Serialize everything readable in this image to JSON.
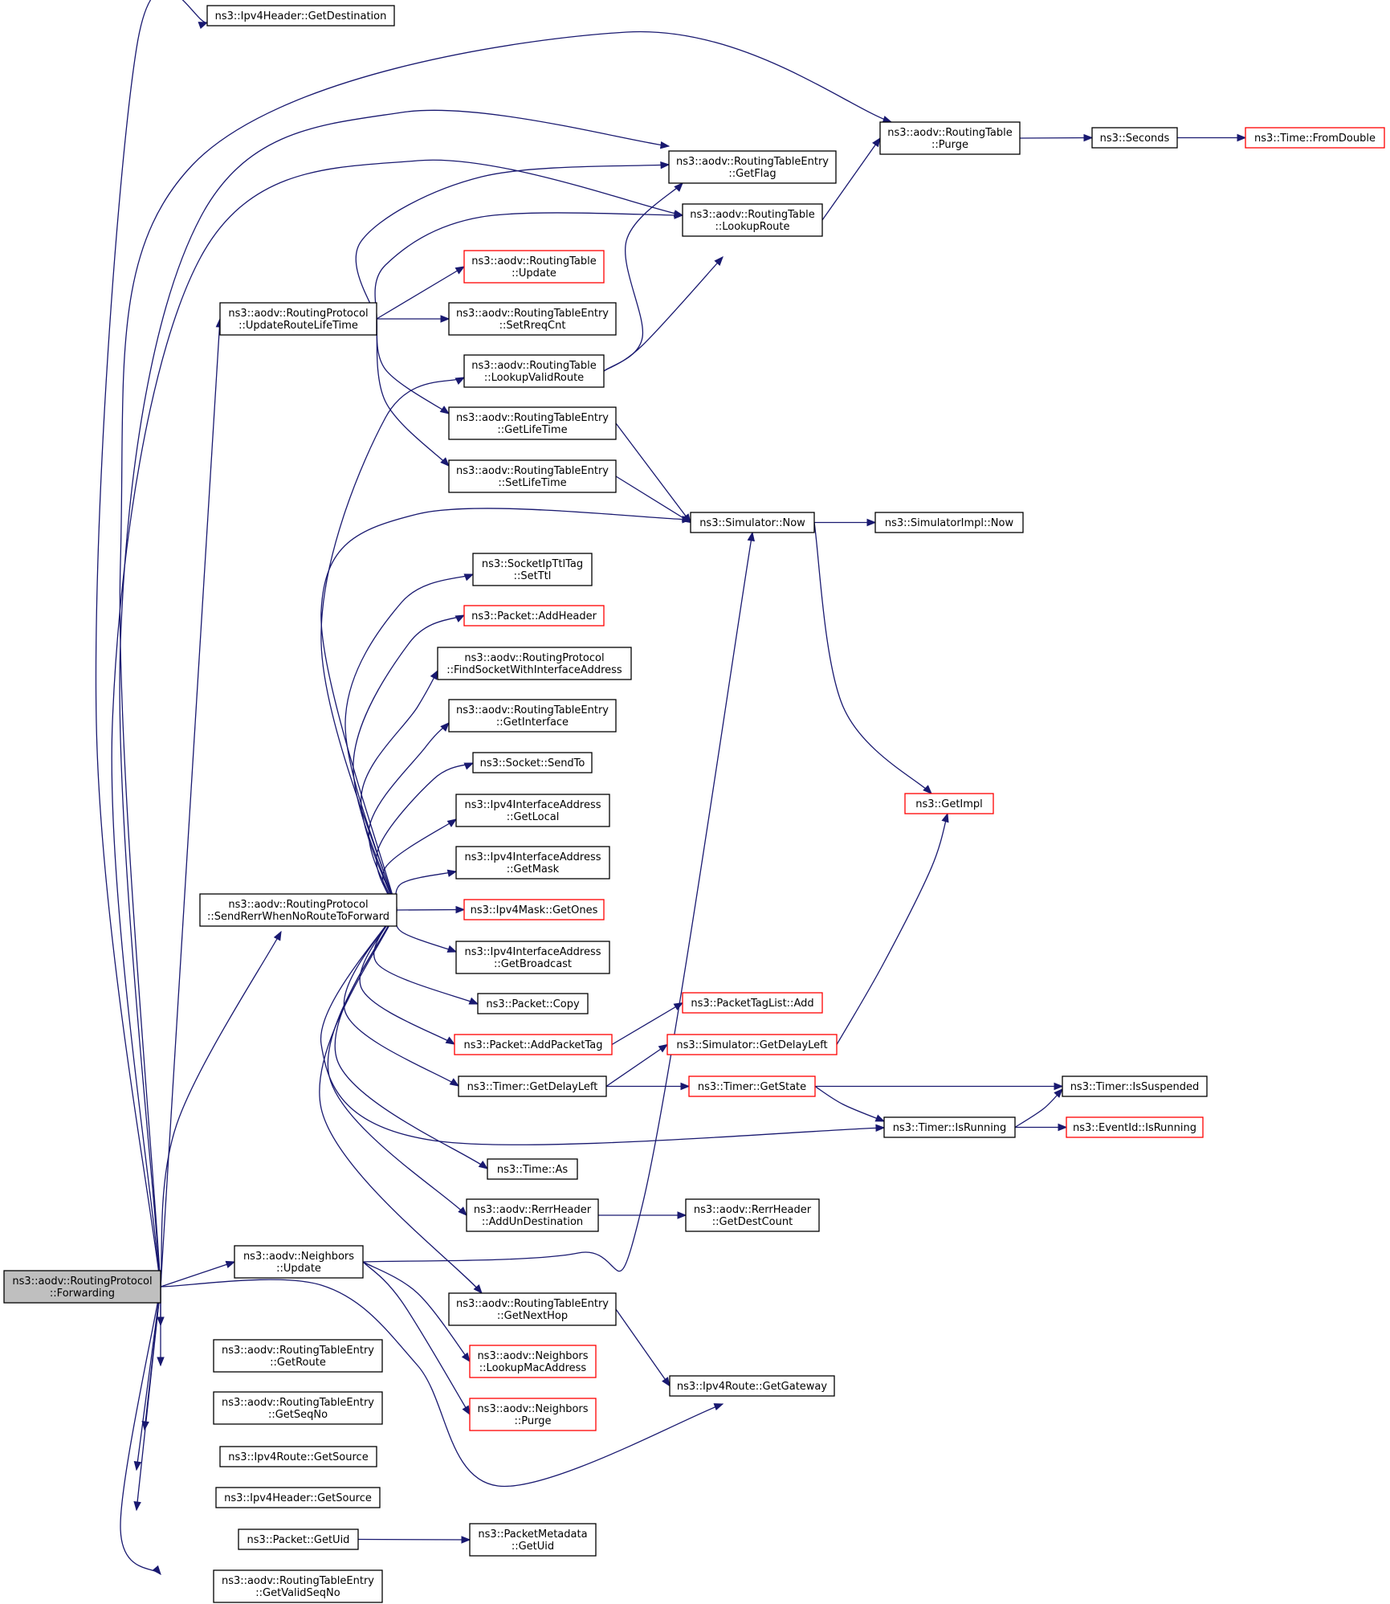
{
  "graph": {
    "nodes": [
      {
        "id": "forwarding",
        "lines": [
          "ns3::aodv::RoutingProtocol",
          "::Forwarding"
        ],
        "style": "root"
      },
      {
        "id": "getdest",
        "lines": [
          "ns3::Ipv4Header::GetDestination"
        ],
        "style": "normal"
      },
      {
        "id": "purge",
        "lines": [
          "ns3::aodv::RoutingTable",
          "::Purge"
        ],
        "style": "normal"
      },
      {
        "id": "seconds",
        "lines": [
          "ns3::Seconds"
        ],
        "style": "normal"
      },
      {
        "id": "fromdouble",
        "lines": [
          "ns3::Time::FromDouble"
        ],
        "style": "red"
      },
      {
        "id": "getflag",
        "lines": [
          "ns3::aodv::RoutingTableEntry",
          "::GetFlag"
        ],
        "style": "normal"
      },
      {
        "id": "lookuproute",
        "lines": [
          "ns3::aodv::RoutingTable",
          "::LookupRoute"
        ],
        "style": "normal"
      },
      {
        "id": "rtupdate",
        "lines": [
          "ns3::aodv::RoutingTable",
          "::Update"
        ],
        "style": "red"
      },
      {
        "id": "updrlt",
        "lines": [
          "ns3::aodv::RoutingProtocol",
          "::UpdateRouteLifeTime"
        ],
        "style": "normal"
      },
      {
        "id": "setreqcnt",
        "lines": [
          "ns3::aodv::RoutingTableEntry",
          "::SetRreqCnt"
        ],
        "style": "normal"
      },
      {
        "id": "lookupvalid",
        "lines": [
          "ns3::aodv::RoutingTable",
          "::LookupValidRoute"
        ],
        "style": "normal"
      },
      {
        "id": "getlifetime",
        "lines": [
          "ns3::aodv::RoutingTableEntry",
          "::GetLifeTime"
        ],
        "style": "normal"
      },
      {
        "id": "setlifetime",
        "lines": [
          "ns3::aodv::RoutingTableEntry",
          "::SetLifeTime"
        ],
        "style": "normal"
      },
      {
        "id": "simnow",
        "lines": [
          "ns3::Simulator::Now"
        ],
        "style": "normal"
      },
      {
        "id": "simimplnow",
        "lines": [
          "ns3::SimulatorImpl::Now"
        ],
        "style": "normal"
      },
      {
        "id": "setttl",
        "lines": [
          "ns3::SocketIpTtlTag",
          "::SetTtl"
        ],
        "style": "normal"
      },
      {
        "id": "addheader",
        "lines": [
          "ns3::Packet::AddHeader"
        ],
        "style": "red"
      },
      {
        "id": "findsocket",
        "lines": [
          "ns3::aodv::RoutingProtocol",
          "::FindSocketWithInterfaceAddress"
        ],
        "style": "normal"
      },
      {
        "id": "getinterface",
        "lines": [
          "ns3::aodv::RoutingTableEntry",
          "::GetInterface"
        ],
        "style": "normal"
      },
      {
        "id": "sendto",
        "lines": [
          "ns3::Socket::SendTo"
        ],
        "style": "normal"
      },
      {
        "id": "getlocal",
        "lines": [
          "ns3::Ipv4InterfaceAddress",
          "::GetLocal"
        ],
        "style": "normal"
      },
      {
        "id": "getimpl",
        "lines": [
          "ns3::GetImpl"
        ],
        "style": "red"
      },
      {
        "id": "getmask",
        "lines": [
          "ns3::Ipv4InterfaceAddress",
          "::GetMask"
        ],
        "style": "normal"
      },
      {
        "id": "sendrerr",
        "lines": [
          "ns3::aodv::RoutingProtocol",
          "::SendRerrWhenNoRouteToForward"
        ],
        "style": "normal"
      },
      {
        "id": "getones",
        "lines": [
          "ns3::Ipv4Mask::GetOnes"
        ],
        "style": "red"
      },
      {
        "id": "getbroadcast",
        "lines": [
          "ns3::Ipv4InterfaceAddress",
          "::GetBroadcast"
        ],
        "style": "normal"
      },
      {
        "id": "pktcopy",
        "lines": [
          "ns3::Packet::Copy"
        ],
        "style": "normal"
      },
      {
        "id": "ptladd",
        "lines": [
          "ns3::PacketTagList::Add"
        ],
        "style": "red"
      },
      {
        "id": "addpackettag",
        "lines": [
          "ns3::Packet::AddPacketTag"
        ],
        "style": "red"
      },
      {
        "id": "simgetdelayleft",
        "lines": [
          "ns3::Simulator::GetDelayLeft"
        ],
        "style": "red"
      },
      {
        "id": "timergetdelayleft",
        "lines": [
          "ns3::Timer::GetDelayLeft"
        ],
        "style": "normal"
      },
      {
        "id": "getstate",
        "lines": [
          "ns3::Timer::GetState"
        ],
        "style": "red"
      },
      {
        "id": "issuspended",
        "lines": [
          "ns3::Timer::IsSuspended"
        ],
        "style": "normal"
      },
      {
        "id": "isrunning",
        "lines": [
          "ns3::Timer::IsRunning"
        ],
        "style": "normal"
      },
      {
        "id": "eventisrunning",
        "lines": [
          "ns3::EventId::IsRunning"
        ],
        "style": "red"
      },
      {
        "id": "timeas",
        "lines": [
          "ns3::Time::As"
        ],
        "style": "normal"
      },
      {
        "id": "addundest",
        "lines": [
          "ns3::aodv::RerrHeader",
          "::AddUnDestination"
        ],
        "style": "normal"
      },
      {
        "id": "getdestcount",
        "lines": [
          "ns3::aodv::RerrHeader",
          "::GetDestCount"
        ],
        "style": "normal"
      },
      {
        "id": "nbupdate",
        "lines": [
          "ns3::aodv::Neighbors",
          "::Update"
        ],
        "style": "normal"
      },
      {
        "id": "getnexthop",
        "lines": [
          "ns3::aodv::RoutingTableEntry",
          "::GetNextHop"
        ],
        "style": "normal"
      },
      {
        "id": "getroute",
        "lines": [
          "ns3::aodv::RoutingTableEntry",
          "::GetRoute"
        ],
        "style": "normal"
      },
      {
        "id": "lookupmac",
        "lines": [
          "ns3::aodv::Neighbors",
          "::LookupMacAddress"
        ],
        "style": "red"
      },
      {
        "id": "getgateway",
        "lines": [
          "ns3::Ipv4Route::GetGateway"
        ],
        "style": "normal"
      },
      {
        "id": "getseqno",
        "lines": [
          "ns3::aodv::RoutingTableEntry",
          "::GetSeqNo"
        ],
        "style": "normal"
      },
      {
        "id": "nbpurge",
        "lines": [
          "ns3::aodv::Neighbors",
          "::Purge"
        ],
        "style": "red"
      },
      {
        "id": "rtgetsource",
        "lines": [
          "ns3::Ipv4Route::GetSource"
        ],
        "style": "normal"
      },
      {
        "id": "hdrgetsource",
        "lines": [
          "ns3::Ipv4Header::GetSource"
        ],
        "style": "normal"
      },
      {
        "id": "pktgetuid",
        "lines": [
          "ns3::Packet::GetUid"
        ],
        "style": "normal"
      },
      {
        "id": "metagetuid",
        "lines": [
          "ns3::PacketMetadata",
          "::GetUid"
        ],
        "style": "normal"
      },
      {
        "id": "getvalidseqno",
        "lines": [
          "ns3::aodv::RoutingTableEntry",
          "::GetValidSeqNo"
        ],
        "style": "normal"
      }
    ],
    "edges": [
      [
        "forwarding",
        "getdest"
      ],
      [
        "forwarding",
        "purge"
      ],
      [
        "forwarding",
        "getflag"
      ],
      [
        "forwarding",
        "lookuproute"
      ],
      [
        "forwarding",
        "updrlt"
      ],
      [
        "forwarding",
        "sendrerr"
      ],
      [
        "forwarding",
        "nbupdate"
      ],
      [
        "forwarding",
        "getroute"
      ],
      [
        "forwarding",
        "getseqno"
      ],
      [
        "forwarding",
        "rtgetsource"
      ],
      [
        "forwarding",
        "hdrgetsource"
      ],
      [
        "forwarding",
        "pktgetuid"
      ],
      [
        "forwarding",
        "getvalidseqno"
      ],
      [
        "forwarding",
        "getgateway"
      ],
      [
        "purge",
        "seconds"
      ],
      [
        "seconds",
        "fromdouble"
      ],
      [
        "lookuproute",
        "purge"
      ],
      [
        "updrlt",
        "getflag"
      ],
      [
        "updrlt",
        "lookuproute"
      ],
      [
        "updrlt",
        "rtupdate"
      ],
      [
        "updrlt",
        "setreqcnt"
      ],
      [
        "updrlt",
        "getlifetime"
      ],
      [
        "updrlt",
        "setlifetime"
      ],
      [
        "lookupvalid",
        "getflag"
      ],
      [
        "lookupvalid",
        "lookuproute"
      ],
      [
        "getlifetime",
        "simnow"
      ],
      [
        "setlifetime",
        "simnow"
      ],
      [
        "simnow",
        "simimplnow"
      ],
      [
        "simnow",
        "getimpl"
      ],
      [
        "sendrerr",
        "lookupvalid"
      ],
      [
        "sendrerr",
        "simnow"
      ],
      [
        "sendrerr",
        "setttl"
      ],
      [
        "sendrerr",
        "addheader"
      ],
      [
        "sendrerr",
        "findsocket"
      ],
      [
        "sendrerr",
        "getinterface"
      ],
      [
        "sendrerr",
        "sendto"
      ],
      [
        "sendrerr",
        "getlocal"
      ],
      [
        "sendrerr",
        "getmask"
      ],
      [
        "sendrerr",
        "getones"
      ],
      [
        "sendrerr",
        "getbroadcast"
      ],
      [
        "sendrerr",
        "pktcopy"
      ],
      [
        "sendrerr",
        "addpackettag"
      ],
      [
        "sendrerr",
        "timergetdelayleft"
      ],
      [
        "sendrerr",
        "isrunning"
      ],
      [
        "sendrerr",
        "timeas"
      ],
      [
        "sendrerr",
        "addundest"
      ],
      [
        "sendrerr",
        "getnexthop"
      ],
      [
        "addpackettag",
        "ptladd"
      ],
      [
        "simgetdelayleft",
        "getimpl"
      ],
      [
        "timergetdelayleft",
        "simgetdelayleft"
      ],
      [
        "timergetdelayleft",
        "getstate"
      ],
      [
        "getstate",
        "issuspended"
      ],
      [
        "getstate",
        "isrunning"
      ],
      [
        "isrunning",
        "issuspended"
      ],
      [
        "isrunning",
        "eventisrunning"
      ],
      [
        "addundest",
        "getdestcount"
      ],
      [
        "nbupdate",
        "simnow"
      ],
      [
        "nbupdate",
        "lookupmac"
      ],
      [
        "nbupdate",
        "nbpurge"
      ],
      [
        "getnexthop",
        "getgateway"
      ],
      [
        "pktgetuid",
        "metagetuid"
      ]
    ]
  }
}
